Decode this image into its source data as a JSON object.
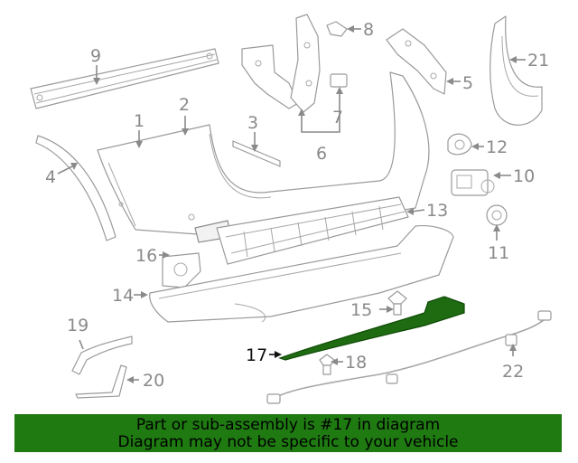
{
  "diagram": {
    "callouts": [
      "1",
      "2",
      "3",
      "4",
      "5",
      "6",
      "7",
      "8",
      "9",
      "10",
      "11",
      "12",
      "13",
      "14",
      "15",
      "16",
      "17",
      "18",
      "19",
      "20",
      "21",
      "22"
    ],
    "highlighted_callout": "17",
    "highlight_color": "#1f7a12",
    "line_color": "#8a8a8a"
  },
  "banner": {
    "line1": "Part or sub-assembly is #17 in diagram",
    "line2": "Diagram may not be specific to your vehicle",
    "background": "#1f7a12"
  }
}
